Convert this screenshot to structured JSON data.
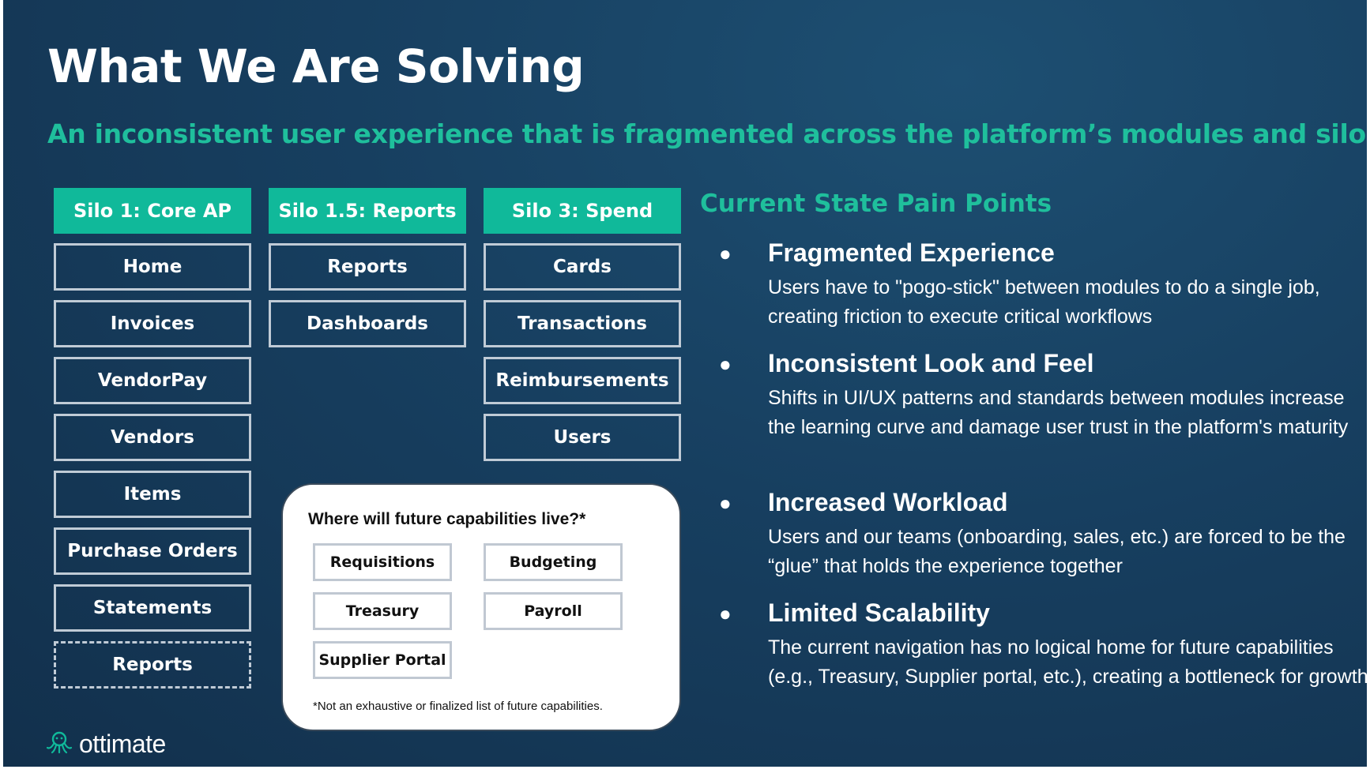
{
  "slide": {
    "title": "What We Are Solving",
    "subtitle": "An inconsistent user experience that is fragmented across the platform’s modules and silos"
  },
  "silos": [
    {
      "header": "Silo 1: Core AP",
      "items": [
        "Home",
        "Invoices",
        "VendorPay",
        "Vendors",
        "Items",
        "Purchase Orders",
        "Statements"
      ],
      "dashed_item": "Reports"
    },
    {
      "header": "Silo 1.5: Reports",
      "items": [
        "Reports",
        "Dashboards"
      ]
    },
    {
      "header": "Silo 3: Spend",
      "items": [
        "Cards",
        "Transactions",
        "Reimbursements",
        "Users"
      ]
    }
  ],
  "future": {
    "question": "Where will future capabilities live?*",
    "items": [
      "Requisitions",
      "Budgeting",
      "Treasury",
      "Payroll",
      "Supplier Portal"
    ],
    "note": "*Not an exhaustive or finalized list of future capabilities."
  },
  "pain_points": {
    "title": "Current State Pain Points",
    "bullet": "●",
    "items": [
      {
        "heading": "Fragmented Experience",
        "text": "Users have to \"pogo-stick\" between modules to do a single job, creating friction to execute critical workflows"
      },
      {
        "heading": "Inconsistent Look and Feel",
        "text": "Shifts in UI/UX patterns and standards between modules increase the learning curve and damage user trust in the platform's maturity"
      },
      {
        "heading": "Increased Workload",
        "text": "Users and our teams (onboarding, sales, etc.) are forced to be the “glue” that holds the experience together"
      },
      {
        "heading": "Limited Scalability",
        "text": "The current navigation has no logical home for future capabilities (e.g., Treasury, Supplier portal, etc.), creating a bottleneck for growth"
      }
    ]
  },
  "brand": {
    "name": "ottimate",
    "icon": "octopus-icon",
    "accent": "#10b99a",
    "background": "#173f60"
  }
}
